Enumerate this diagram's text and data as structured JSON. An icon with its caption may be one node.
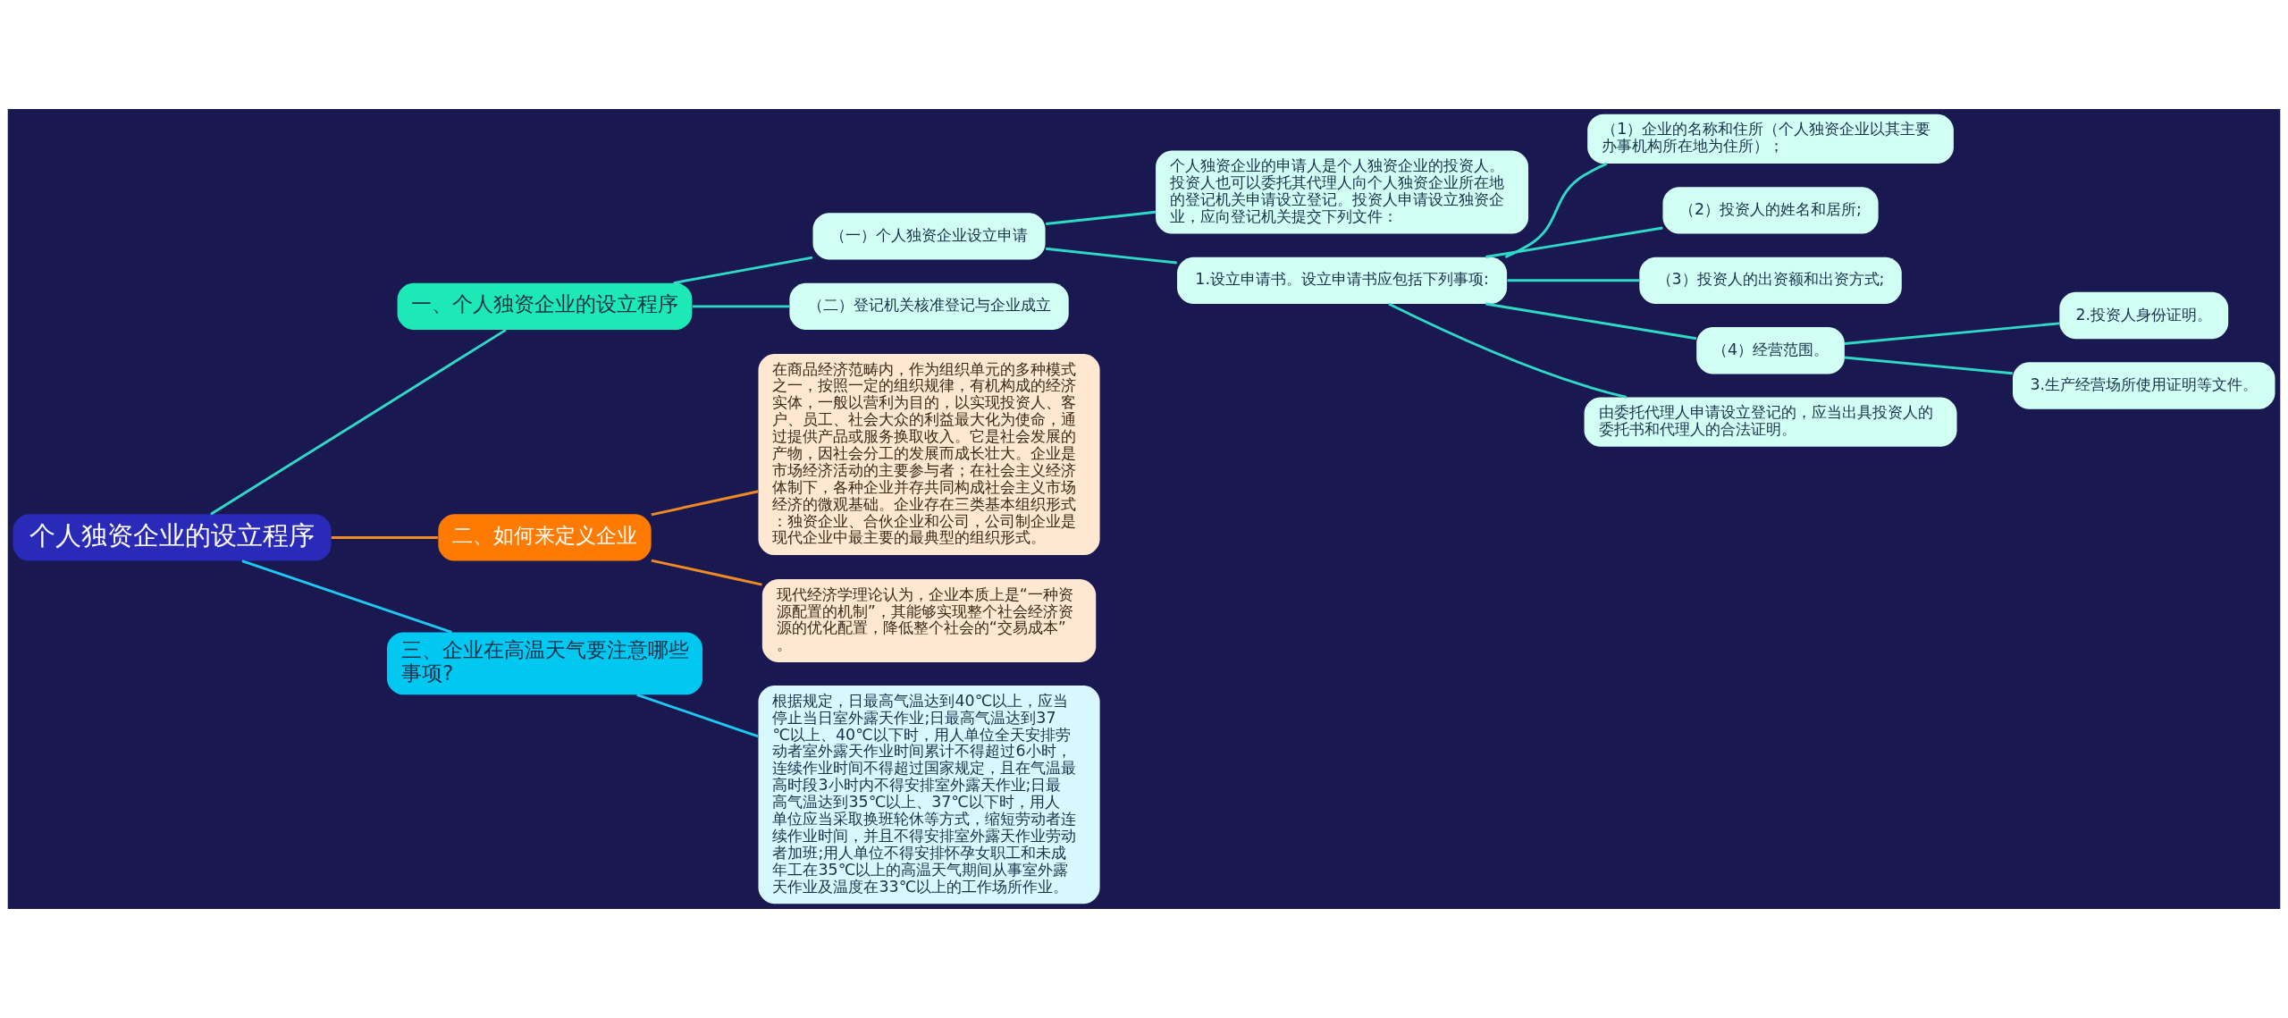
{
  "diagram": {
    "nodes": [
      {
        "text": [
          "个人独资企业的设立程序"
        ]
      },
      {
        "text": [
          "一、个人独资企业的设立程序"
        ]
      },
      {
        "text": [
          "（一）个人独资企业设立申请"
        ]
      },
      {
        "text": [
          "个人独资企业的申请人是个人独资企业的投资人。投资人也可以委托其代理人向个人独资企业所在地的登记机关申请设立登记。投资人申请设立独资企业，应向登记机关提交下列文件："
        ]
      },
      {
        "text": [
          "1.设立申请书。设立申请书应包括下列事项:"
        ]
      },
      {
        "text": [
          "（1）企业的名称和住所（个人独资企业以其主要办事机构所在地为住所）；"
        ]
      },
      {
        "text": [
          "（2）投资人的姓名和居所;"
        ]
      },
      {
        "text": [
          "（3）投资人的出资额和出资方式;"
        ]
      },
      {
        "text": [
          "（4）经营范围。"
        ]
      },
      {
        "text": [
          "2.投资人身份证明。"
        ]
      },
      {
        "text": [
          "3.生产经营场所使用证明等文件。"
        ]
      },
      {
        "text": [
          "由委托代理人申请设立登记的，应当出具投资人的委托书和代理人的合法证明。"
        ]
      },
      {
        "text": [
          "（二）登记机关核准登记与企业成立"
        ]
      },
      {
        "text": [
          "二、如何来定义企业"
        ]
      },
      {
        "text": [
          "在商品经济范畴内，作为组织单元的多种模式之一，按照一定的组织规律，有机构成的经济实体，一般以营利为目的，以实现投资人、客户、员工、社会大众的利益最大化为使命，通过提供产品或服务换取收入。它是社会发展的产物，因社会分工的发展而成长壮大。企业是市场经济活动的主要参与者；在社会主义经济体制下，各种企业并存共同构成社会主义市场经济的微观基础。企业存在三类基本组织形式：独资企业、合伙企业和公司，公司制企业是现代企业中最主要的最典型的组织形式。"
        ]
      },
      {
        "text": [
          "现代经济学理论认为，企业本质上是“一种资源配置的机制”，其能够实现整个社会经济资源的优化配置，降低整个社会的“交易成本”。"
        ]
      },
      {
        "text": [
          "三、企业在高温天气要注意哪些事项?"
        ]
      },
      {
        "text": [
          "根据规定，日最高气温达到40℃以上，应当停止当日室外露天作业;日最高气温达到37℃以上、40℃以下时，用人单位全天安排劳动者室外露天作业时间累计不得超过6小时，连续作业时间不得超过国家规定，且在气温最高时段3小时内不得安排室外露天作业;日最高气温达到35℃以上、37℃以下时，用人单位应当采取换班轮休等方式，缩短劳动者连续作业时间，并且不得安排室外露天作业劳动者加班;用人单位不得安排怀孕女职工和未成年工在35℃以上的高温天气期间从事室外露天作业及温度在33℃以上的工作场所作业。"
        ]
      }
    ],
    "edges": [
      {
        "from": 0,
        "to": 1,
        "arrow": "none"
      },
      {
        "from": 1,
        "to": 2,
        "arrow": "none"
      },
      {
        "from": 2,
        "to": 3,
        "arrow": "none"
      },
      {
        "from": 2,
        "to": 4,
        "arrow": "none"
      },
      {
        "from": 4,
        "to": 5,
        "arrow": "none"
      },
      {
        "from": 4,
        "to": 6,
        "arrow": "none"
      },
      {
        "from": 4,
        "to": 7,
        "arrow": "none"
      },
      {
        "from": 4,
        "to": 8,
        "arrow": "none"
      },
      {
        "from": 8,
        "to": 9,
        "arrow": "none"
      },
      {
        "from": 8,
        "to": 10,
        "arrow": "none"
      },
      {
        "from": 4,
        "to": 11,
        "arrow": "none"
      },
      {
        "from": 1,
        "to": 12,
        "arrow": "none"
      },
      {
        "from": 0,
        "to": 13,
        "arrow": "none",
        "color": "#f08a24"
      },
      {
        "from": 13,
        "to": 14,
        "arrow": "none",
        "color": "#f08a24"
      },
      {
        "from": 13,
        "to": 15,
        "arrow": "none",
        "color": "#f08a24"
      },
      {
        "from": 0,
        "to": 16,
        "arrow": "none",
        "color": "#1ec8f0"
      },
      {
        "from": 16,
        "to": 17,
        "arrow": "none",
        "color": "#1ec8f0"
      }
    ]
  }
}
